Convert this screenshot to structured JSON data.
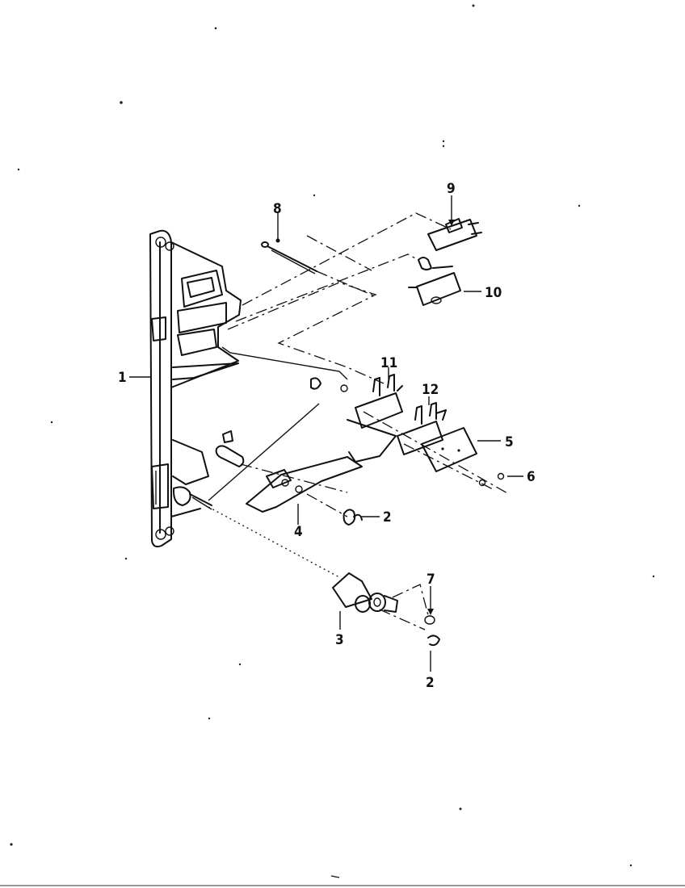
{
  "callouts": [
    {
      "id": "c1",
      "label": "1"
    },
    {
      "id": "c2a",
      "label": "2"
    },
    {
      "id": "c2b",
      "label": "2"
    },
    {
      "id": "c3",
      "label": "3"
    },
    {
      "id": "c4",
      "label": "4"
    },
    {
      "id": "c5",
      "label": "5"
    },
    {
      "id": "c6",
      "label": "6"
    },
    {
      "id": "c7",
      "label": "7"
    },
    {
      "id": "c8",
      "label": "8"
    },
    {
      "id": "c9",
      "label": "9"
    },
    {
      "id": "c10",
      "label": "10"
    },
    {
      "id": "c11",
      "label": "11"
    },
    {
      "id": "c12",
      "label": "12"
    }
  ]
}
